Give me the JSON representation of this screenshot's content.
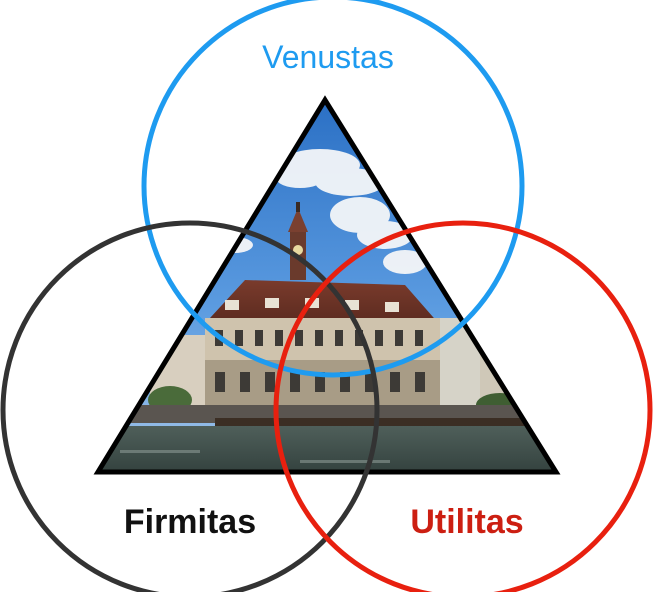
{
  "diagram": {
    "labels": {
      "venustas": {
        "text": "Venustas",
        "color": "#1e9bf0"
      },
      "firmitas": {
        "text": "Firmitas",
        "color": "#111111"
      },
      "utilitas": {
        "text": "Utilitas",
        "color": "#cc1f12"
      }
    },
    "circles": {
      "venustas": {
        "stroke": "#1e9bf0"
      },
      "firmitas": {
        "stroke": "#333333"
      },
      "utilitas": {
        "stroke": "#e8200f"
      }
    },
    "triangle": {
      "stroke": "#000000",
      "image": "building-photo"
    }
  }
}
